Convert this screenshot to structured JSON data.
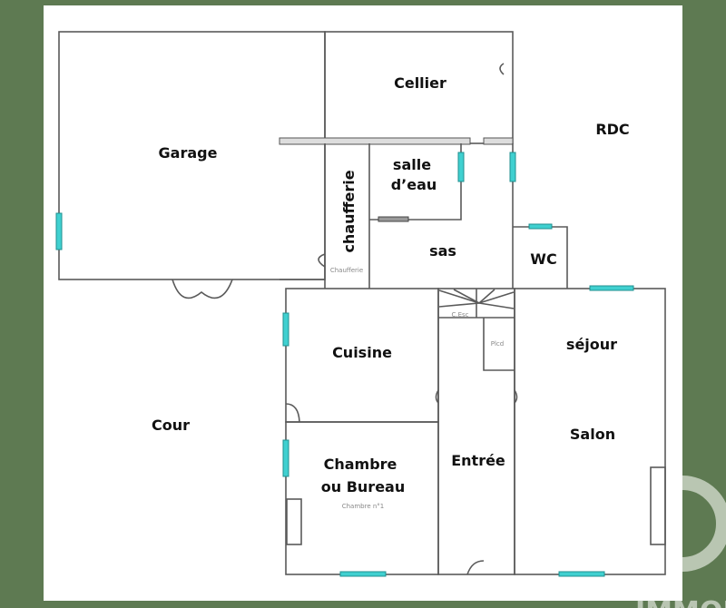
{
  "plan": {
    "level": "RDC",
    "rooms": {
      "garage": "Garage",
      "cellier": "Cellier",
      "salle_eau_1": "salle",
      "salle_eau_2": "d’eau",
      "chaufferie": "chaufferie",
      "sas": "sas",
      "wc": "WC",
      "cuisine": "Cuisine",
      "sejour": "séjour",
      "salon": "Salon",
      "chambre_1": "Chambre",
      "chambre_2": "ou Bureau",
      "entree": "Entrée",
      "cour": "Cour"
    },
    "small_labels": {
      "chaufferie": "Chaufferie",
      "escalier": "C.Esc",
      "placard": "Plcd",
      "chambre": "Chambre n°1"
    },
    "colors": {
      "background": "#5e7a52",
      "window": "#40d0d0",
      "wall": "#5a5a5a"
    }
  },
  "watermark": {
    "text": "IMMOBILIER"
  }
}
